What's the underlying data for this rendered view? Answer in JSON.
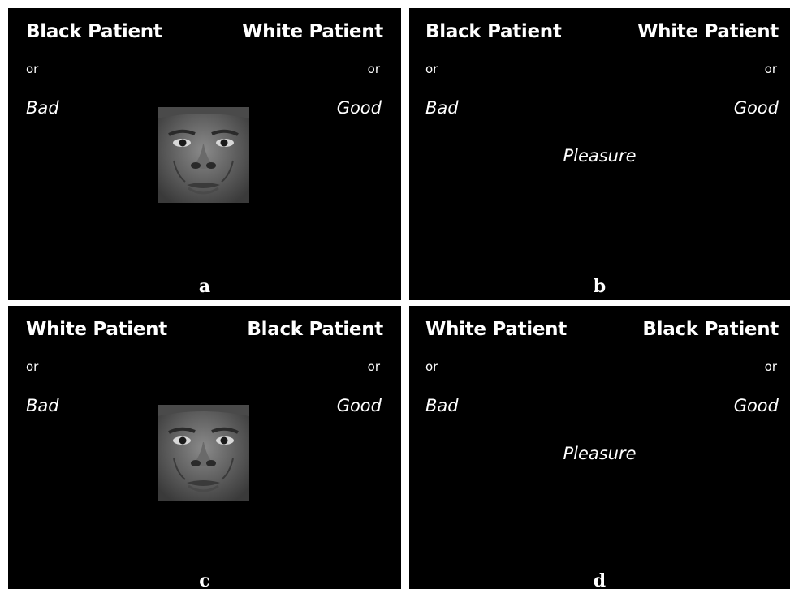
{
  "panels": {
    "a": {
      "label": "a",
      "left_category": "Black Patient",
      "right_category": "White Patient",
      "left_or": "or",
      "right_or": "or",
      "left_attribute": "Bad",
      "right_attribute": "Good",
      "stimulus": "face-photo"
    },
    "b": {
      "label": "b",
      "left_category": "Black Patient",
      "right_category": "White Patient",
      "left_or": "or",
      "right_or": "or",
      "left_attribute": "Bad",
      "right_attribute": "Good",
      "stimulus_word": "Pleasure"
    },
    "c": {
      "label": "c",
      "left_category": "White Patient",
      "right_category": "Black Patient",
      "left_or": "or",
      "right_or": "or",
      "left_attribute": "Bad",
      "right_attribute": "Good",
      "stimulus": "face-photo"
    },
    "d": {
      "label": "d",
      "left_category": "White Patient",
      "right_category": "Black Patient",
      "left_or": "or",
      "right_or": "or",
      "left_attribute": "Bad",
      "right_attribute": "Good",
      "stimulus_word": "Pleasure"
    }
  },
  "colors": {
    "panel_background": "#000000",
    "text": "#ffffff",
    "divider": "#ffffff"
  }
}
